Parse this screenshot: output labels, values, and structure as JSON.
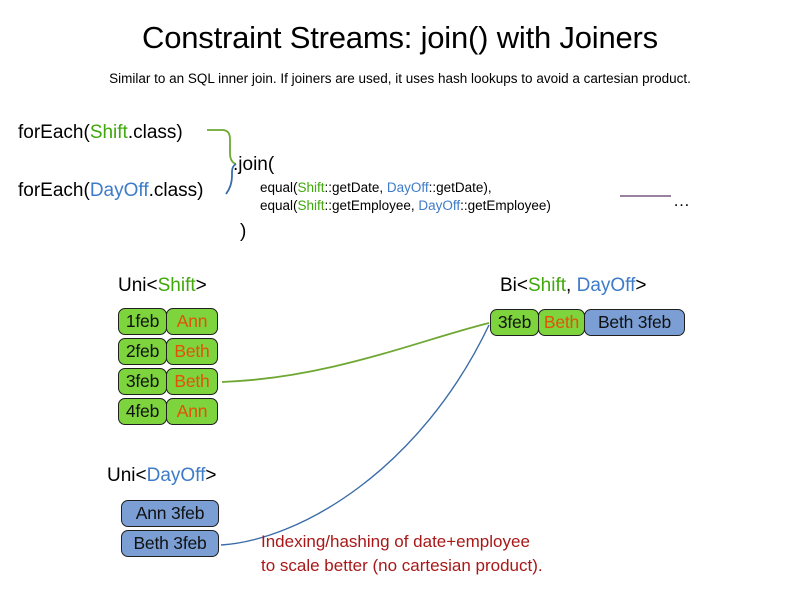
{
  "slide": {
    "title": "Constraint Streams: join() with Joiners",
    "subtitle": "Similar to an SQL inner join. If joiners are used, it uses hash lookups to avoid a cartesian product."
  },
  "code": {
    "foreach_shift": {
      "prefix": "forEach(",
      "type": "Shift",
      "suffix": ".class)"
    },
    "foreach_dayoff": {
      "prefix": "forEach(",
      "type": "DayOff",
      "suffix": ".class)"
    },
    "join_open": ".join(",
    "join_close": ")",
    "equal_line_1": {
      "prefix": "equal(",
      "left_type": "Shift",
      "left_method": "::getDate, ",
      "right_type": "DayOff",
      "right_method": "::getDate),"
    },
    "equal_line_2": {
      "prefix": "equal(",
      "left_type": "Shift",
      "left_method": "::getEmployee, ",
      "right_type": "DayOff",
      "right_method": "::getEmployee)"
    },
    "ellipsis": "…"
  },
  "streams": {
    "uni_shift": {
      "label_prefix": "Uni<",
      "label_type": "Shift",
      "label_suffix": ">",
      "rows": [
        {
          "date": "1feb",
          "employee": "Ann"
        },
        {
          "date": "2feb",
          "employee": "Beth"
        },
        {
          "date": "3feb",
          "employee": "Beth"
        },
        {
          "date": "4feb",
          "employee": "Ann"
        }
      ]
    },
    "uni_dayoff": {
      "label_prefix": "Uni<",
      "label_type": "DayOff",
      "label_suffix": ">",
      "rows": [
        {
          "value": "Ann 3feb"
        },
        {
          "value": "Beth 3feb"
        }
      ]
    },
    "bi_joined": {
      "label_prefix": "Bi<",
      "label_type_a": "Shift",
      "label_separator": ", ",
      "label_type_b": "DayOff",
      "label_suffix": ">",
      "row": {
        "shift_date": "3feb",
        "shift_employee": "Beth",
        "dayoff": "Beth 3feb"
      }
    }
  },
  "annotation": {
    "line1": "Indexing/hashing of date+employee",
    "line2": "to scale better (no cartesian product)."
  },
  "colors": {
    "shift_green": "#3FA80B",
    "dayoff_blue": "#3E7BC8",
    "box_green": "#7DD43C",
    "box_blue": "#7B9FD4",
    "employee_orange": "#E2520C",
    "annotation_red": "#A91818",
    "connector_green": "#6EA833",
    "connector_blue": "#3A6CA8",
    "rule_purple": "#8B6F93"
  }
}
